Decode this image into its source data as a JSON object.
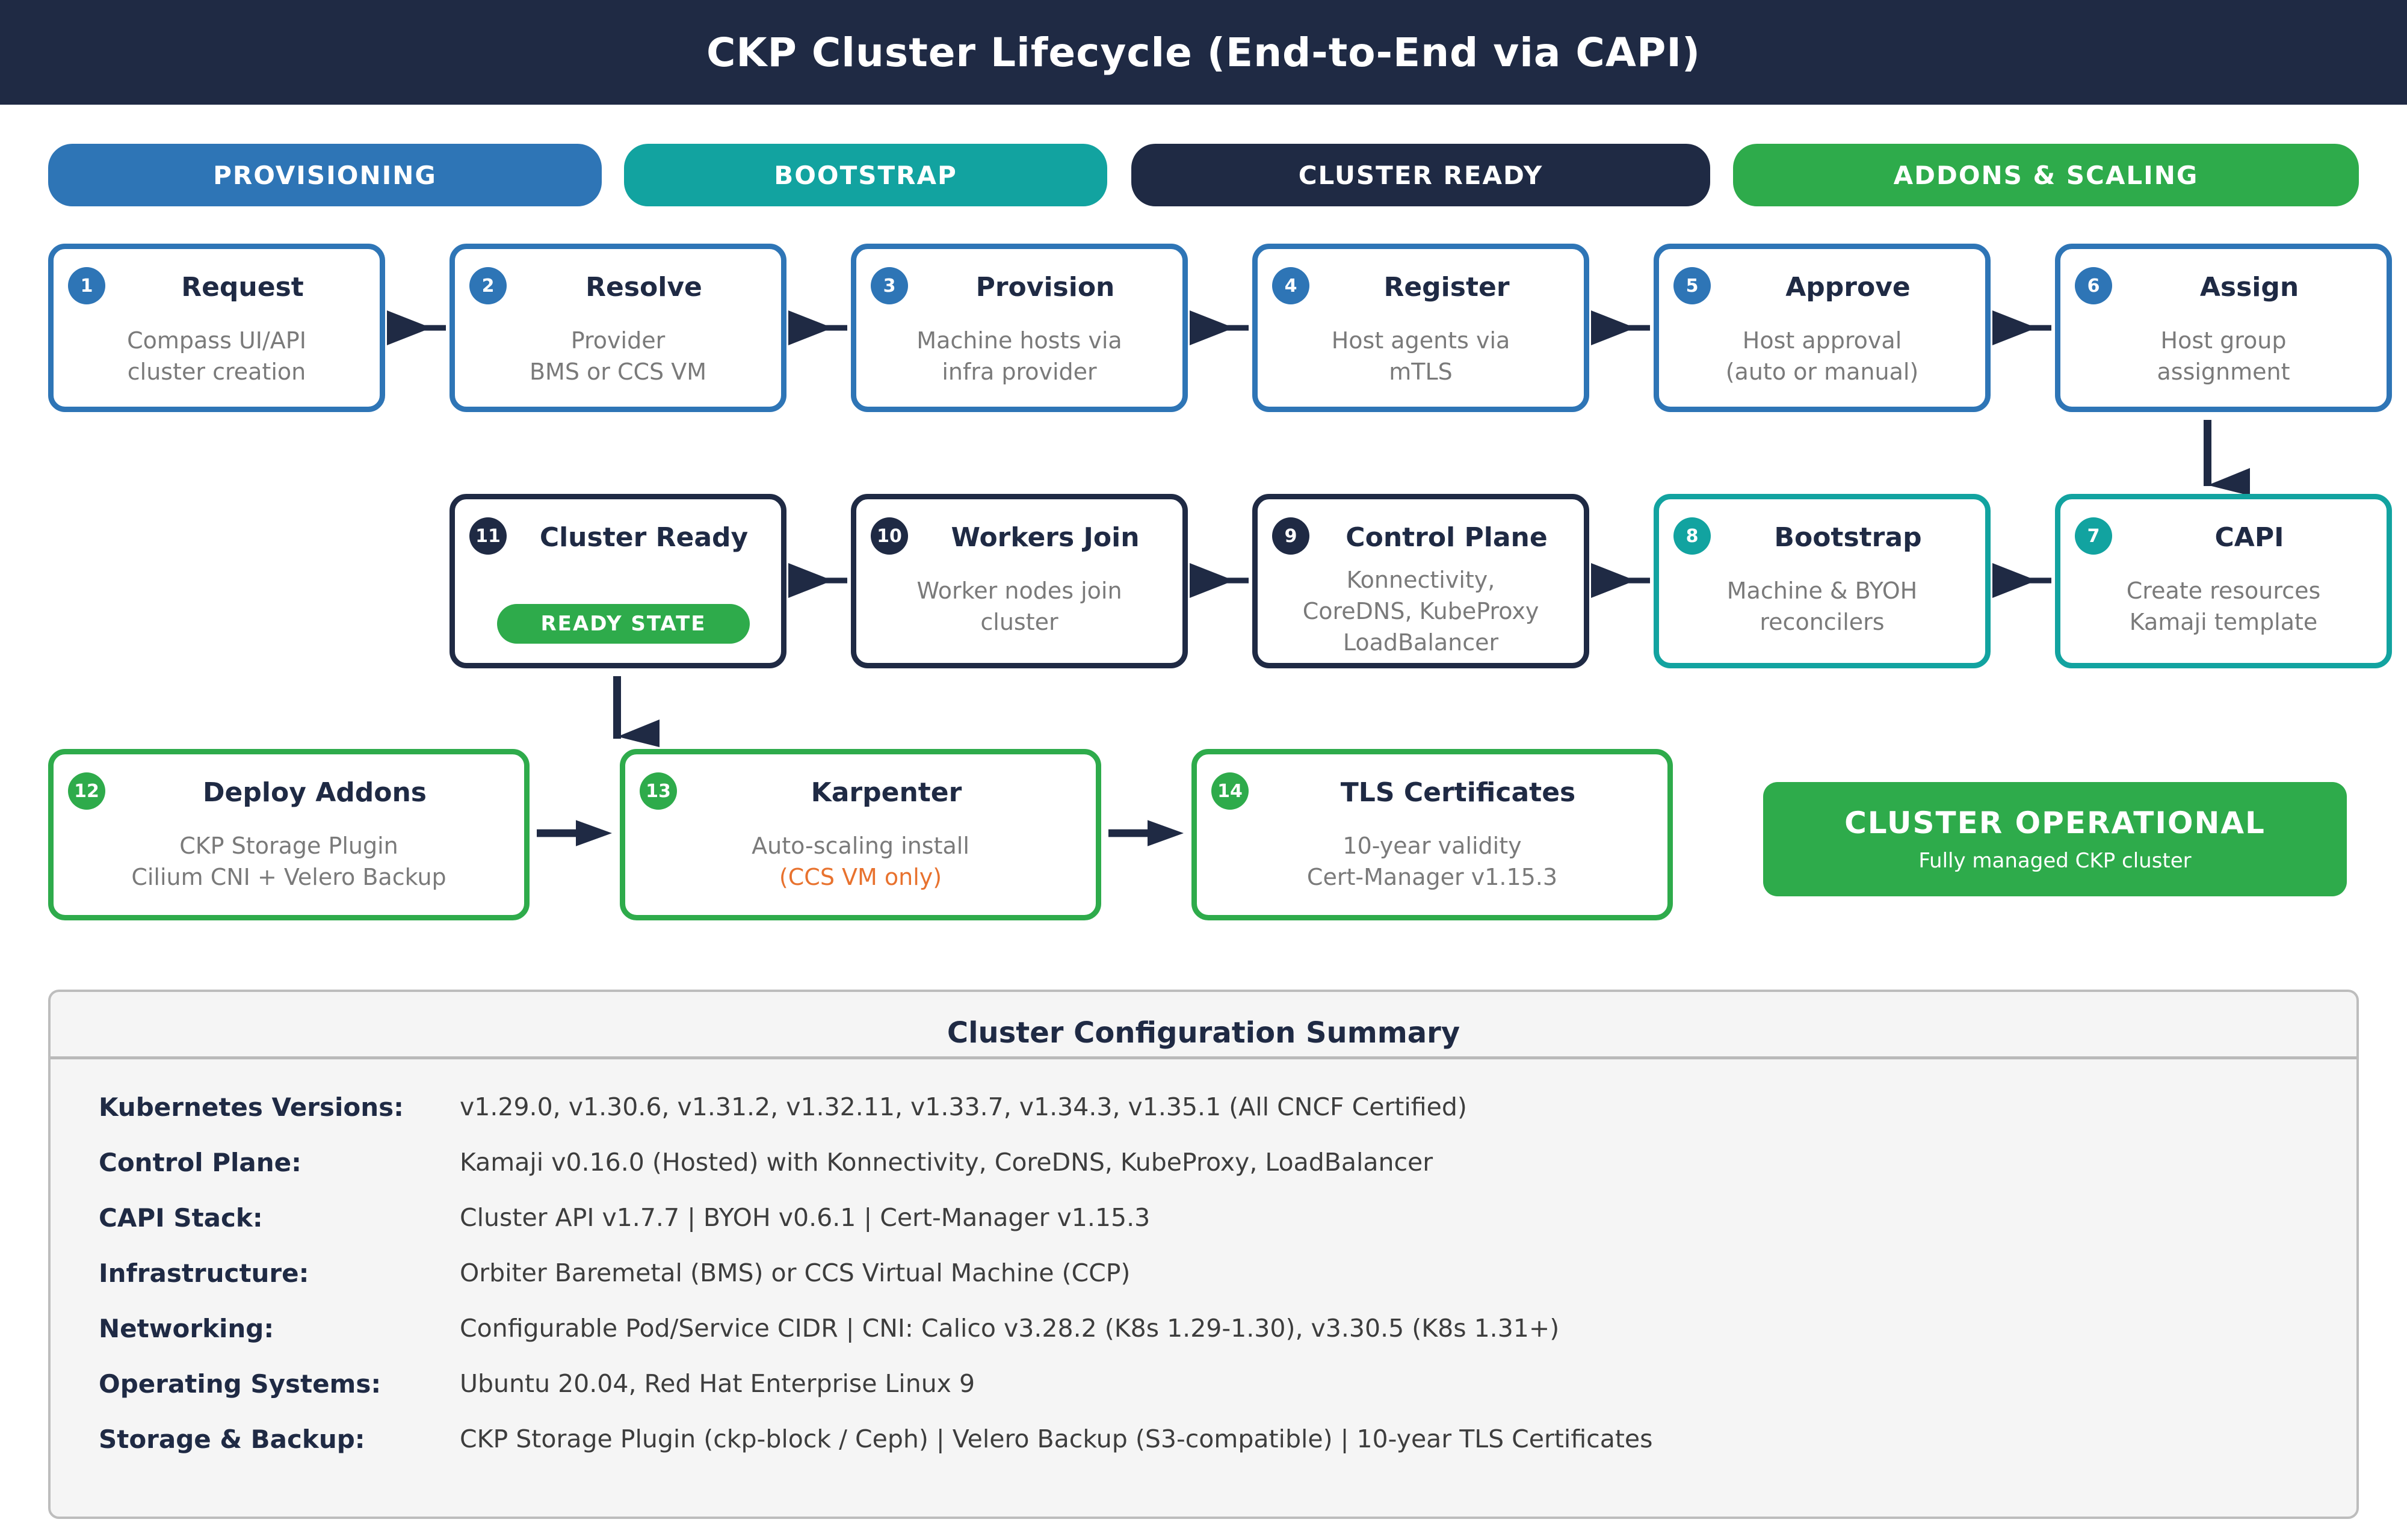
{
  "title": "CKP Cluster Lifecycle (End-to-End via CAPI)",
  "colors": {
    "navy": "#1f2a44",
    "blue": "#2e75b6",
    "teal": "#12a3a0",
    "green": "#2eab4b",
    "orange": "#e8722e",
    "subtitle_gray": "#7a7a7a"
  },
  "phases": [
    {
      "label": "PROVISIONING"
    },
    {
      "label": "BOOTSTRAP"
    },
    {
      "label": "CLUSTER READY"
    },
    {
      "label": "ADDONS & SCALING"
    }
  ],
  "steps": [
    {
      "num": "1",
      "title": "Request",
      "line1": "Compass UI/API",
      "line2": "cluster creation"
    },
    {
      "num": "2",
      "title": "Resolve",
      "line1": "Provider",
      "line2": "BMS or CCS VM"
    },
    {
      "num": "3",
      "title": "Provision",
      "line1": "Machine hosts via",
      "line2": "infra provider"
    },
    {
      "num": "4",
      "title": "Register",
      "line1": "Host agents via",
      "line2": "mTLS"
    },
    {
      "num": "5",
      "title": "Approve",
      "line1": "Host approval",
      "line2": "(auto or manual)"
    },
    {
      "num": "6",
      "title": "Assign",
      "line1": "Host group",
      "line2": "assignment"
    },
    {
      "num": "7",
      "title": "CAPI",
      "line1": "Create resources",
      "line2": "Kamaji template"
    },
    {
      "num": "8",
      "title": "Bootstrap",
      "line1": "Machine & BYOH",
      "line2": "reconcilers"
    },
    {
      "num": "9",
      "title": "Control Plane",
      "line1": "Konnectivity,",
      "line2": "CoreDNS, KubeProxy",
      "line3": "LoadBalancer"
    },
    {
      "num": "10",
      "title": "Workers Join",
      "line1": "Worker nodes join",
      "line2": "cluster"
    },
    {
      "num": "11",
      "title": "Cluster Ready",
      "ready_badge": "READY STATE"
    },
    {
      "num": "12",
      "title": "Deploy Addons",
      "line1": "CKP Storage Plugin",
      "line2": "Cilium CNI + Velero Backup"
    },
    {
      "num": "13",
      "title": "Karpenter",
      "line1": "Auto-scaling install",
      "line2": "(CCS VM only)"
    },
    {
      "num": "14",
      "title": "TLS Certificates",
      "line1": "10-year validity",
      "line2": "Cert-Manager v1.15.3"
    }
  ],
  "operational": {
    "title": "CLUSTER OPERATIONAL",
    "subtitle": "Fully managed CKP cluster"
  },
  "summary": {
    "title": "Cluster Configuration Summary",
    "rows": [
      {
        "label": "Kubernetes Versions:",
        "value": "v1.29.0, v1.30.6, v1.31.2, v1.32.11, v1.33.7, v1.34.3, v1.35.1 (All CNCF Certified)"
      },
      {
        "label": "Control Plane:",
        "value": "Kamaji v0.16.0 (Hosted) with Konnectivity, CoreDNS, KubeProxy, LoadBalancer"
      },
      {
        "label": "CAPI Stack:",
        "value": "Cluster API v1.7.7 | BYOH v0.6.1 | Cert-Manager v1.15.3"
      },
      {
        "label": "Infrastructure:",
        "value": "Orbiter Baremetal (BMS) or CCS Virtual Machine (CCP)"
      },
      {
        "label": "Networking:",
        "value": "Configurable Pod/Service CIDR | CNI: Calico v3.28.2 (K8s 1.29-1.30), v3.30.5 (K8s 1.31+)"
      },
      {
        "label": "Operating Systems:",
        "value": "Ubuntu 20.04, Red Hat Enterprise Linux 9"
      },
      {
        "label": "Storage & Backup:",
        "value": "CKP Storage Plugin (ckp-block / Ceph) | Velero Backup (S3-compatible) | 10-year TLS Certificates"
      }
    ]
  }
}
